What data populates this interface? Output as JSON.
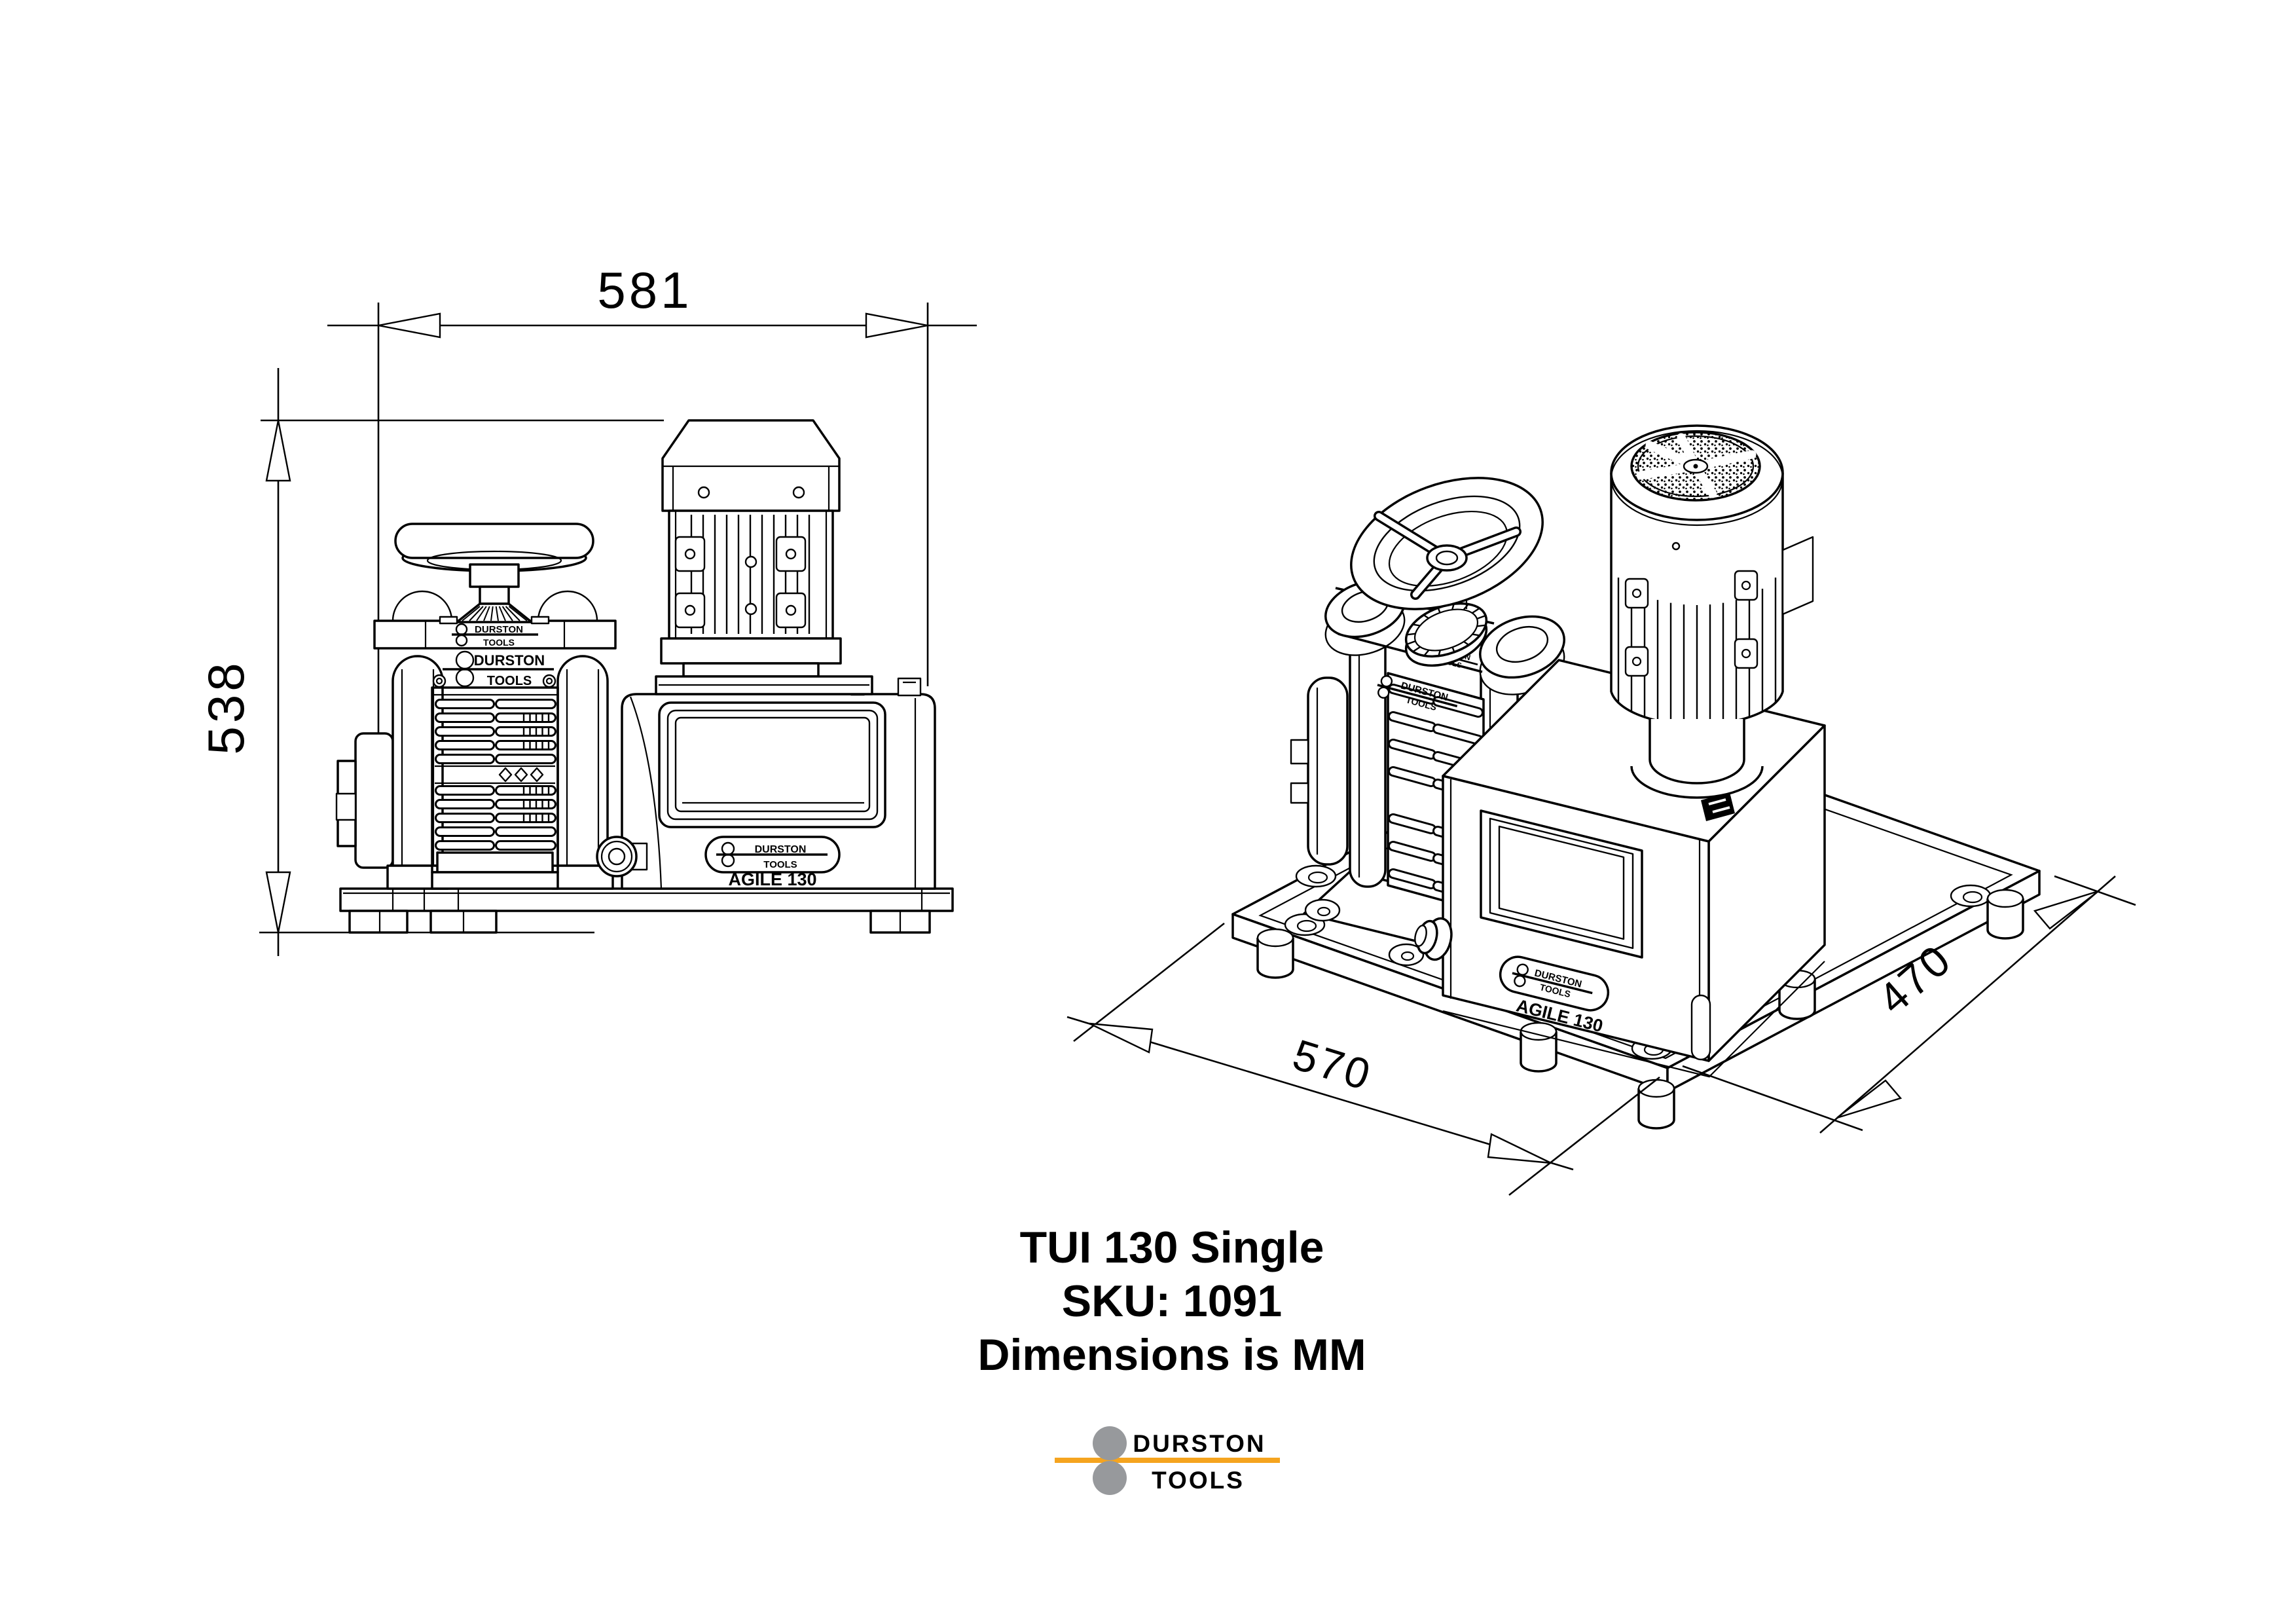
{
  "dims": {
    "front_width": "581",
    "front_height": "538",
    "iso_width": "570",
    "iso_depth": "470"
  },
  "title_block": {
    "product": "TUI 130 Single",
    "sku": "SKU: 1091",
    "units_note": "Dimensions is MM"
  },
  "brand": {
    "top": "DURSTON",
    "bottom": "TOOLS"
  },
  "model": "AGILE 130",
  "logo": {
    "top": "DURSTON",
    "bottom": "TOOLS",
    "roller_color": "#97999C",
    "bar_color": "#F5A41F"
  }
}
